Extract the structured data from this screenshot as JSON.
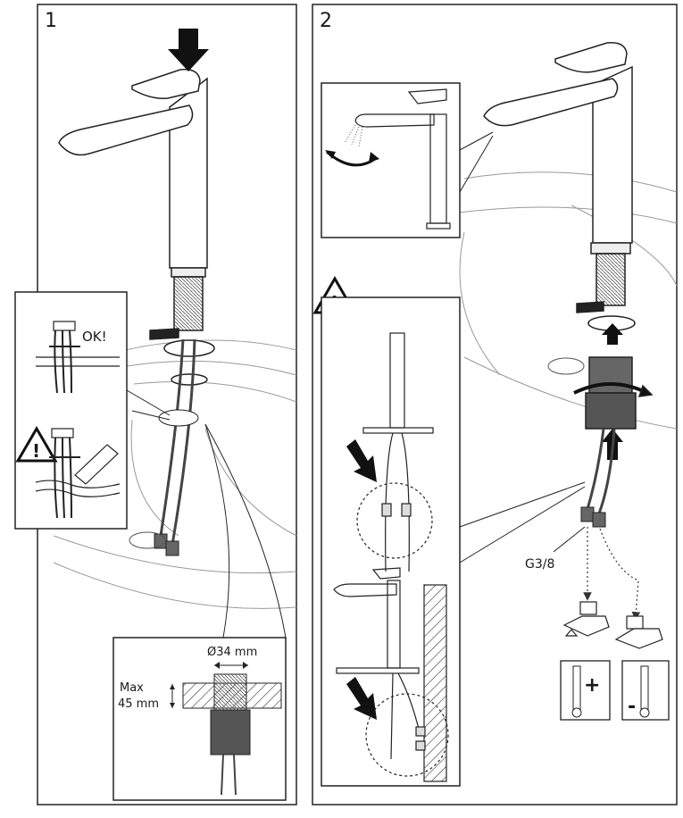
{
  "panels": [
    {
      "number": "1"
    },
    {
      "number": "2"
    }
  ],
  "labels": {
    "ok": "OK!",
    "diameter": "Ø34 mm",
    "max_line1": "Max",
    "max_line2": "45 mm",
    "thread": "G3/8",
    "hot": "+",
    "cold": "-",
    "warning": "!"
  }
}
